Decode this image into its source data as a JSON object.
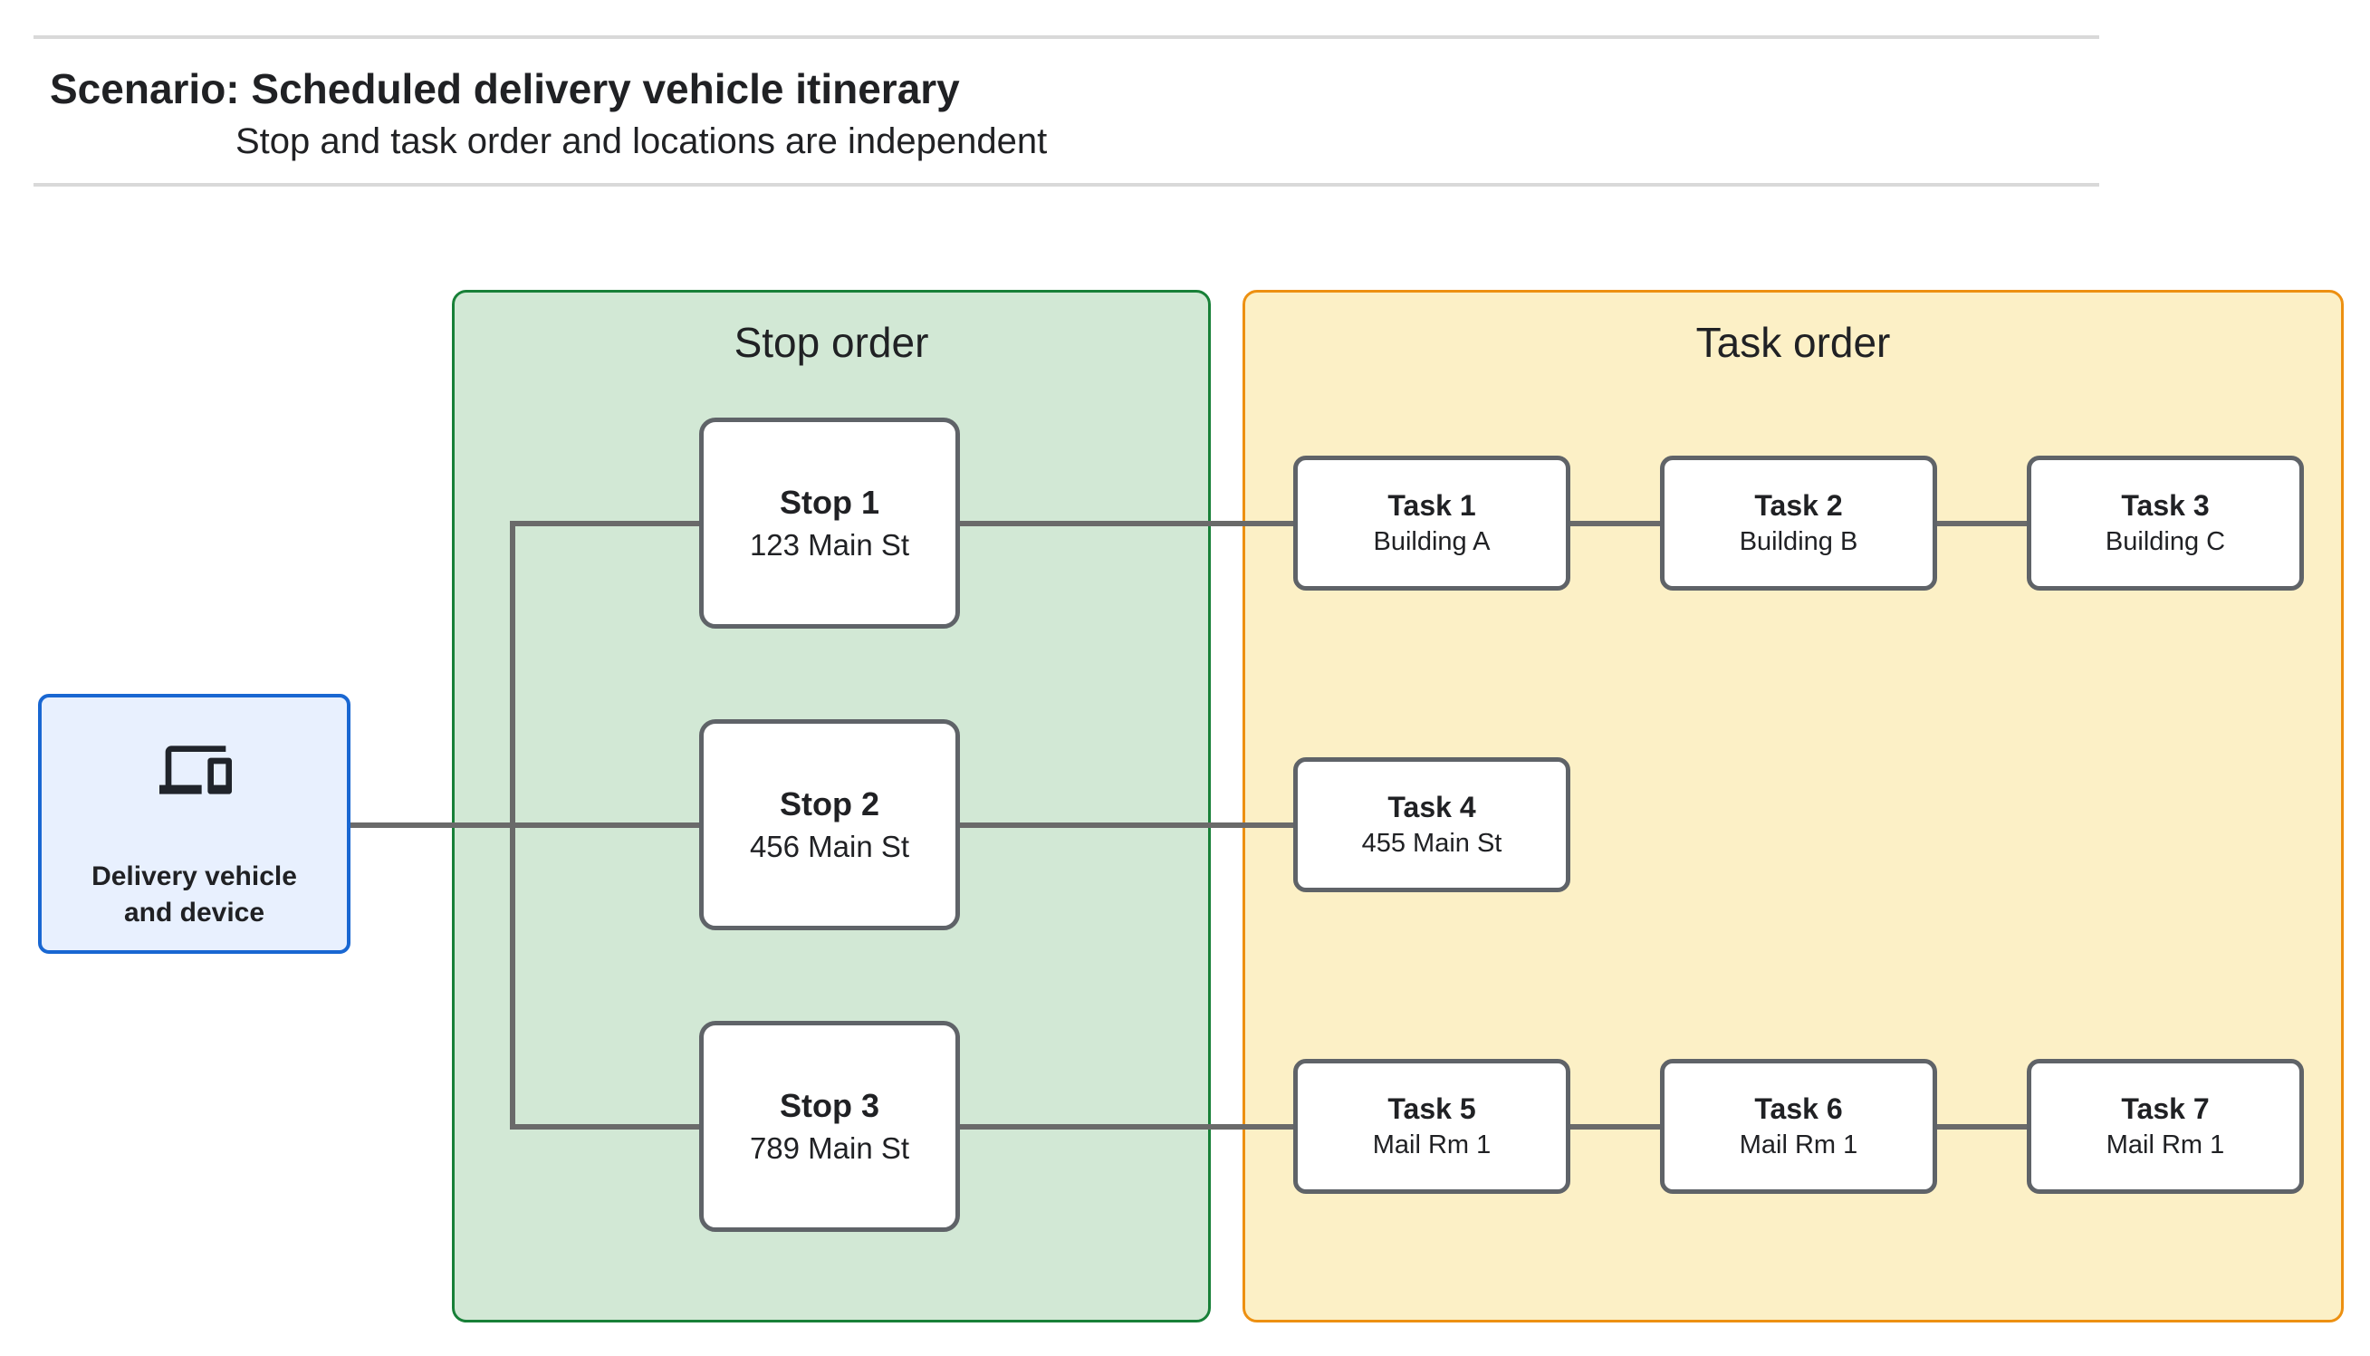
{
  "header": {
    "title": "Scenario: Scheduled delivery vehicle itinerary",
    "subtitle": "Stop and task order and locations are independent"
  },
  "vehicle": {
    "icon": "devices-icon",
    "label_line1": "Delivery vehicle",
    "label_line2": "and device"
  },
  "panels": {
    "stop": {
      "label": "Stop order"
    },
    "task": {
      "label": "Task order"
    }
  },
  "stops": [
    {
      "title": "Stop 1",
      "subtitle": "123 Main St"
    },
    {
      "title": "Stop 2",
      "subtitle": "456 Main St"
    },
    {
      "title": "Stop 3",
      "subtitle": "789 Main St"
    }
  ],
  "tasks": [
    {
      "title": "Task 1",
      "subtitle": "Building A"
    },
    {
      "title": "Task 2",
      "subtitle": "Building B"
    },
    {
      "title": "Task 3",
      "subtitle": "Building C"
    },
    {
      "title": "Task 4",
      "subtitle": "455 Main St"
    },
    {
      "title": "Task 5",
      "subtitle": "Mail Rm 1"
    },
    {
      "title": "Task 6",
      "subtitle": "Mail Rm 1"
    },
    {
      "title": "Task 7",
      "subtitle": "Mail Rm 1"
    }
  ],
  "colors": {
    "text-color": "#202124",
    "rule-gray": "#d9d9d9",
    "line-gray": "#6a6a6a",
    "node-border": "#5f6368",
    "green-fill": "#d2e8d5",
    "green-border": "#188038",
    "orange-fill": "#fcf0c6",
    "orange-border": "#ed9011",
    "blue-fill": "#e8f0fe",
    "blue-border": "#1967d2",
    "icon-color": "#20242b"
  }
}
